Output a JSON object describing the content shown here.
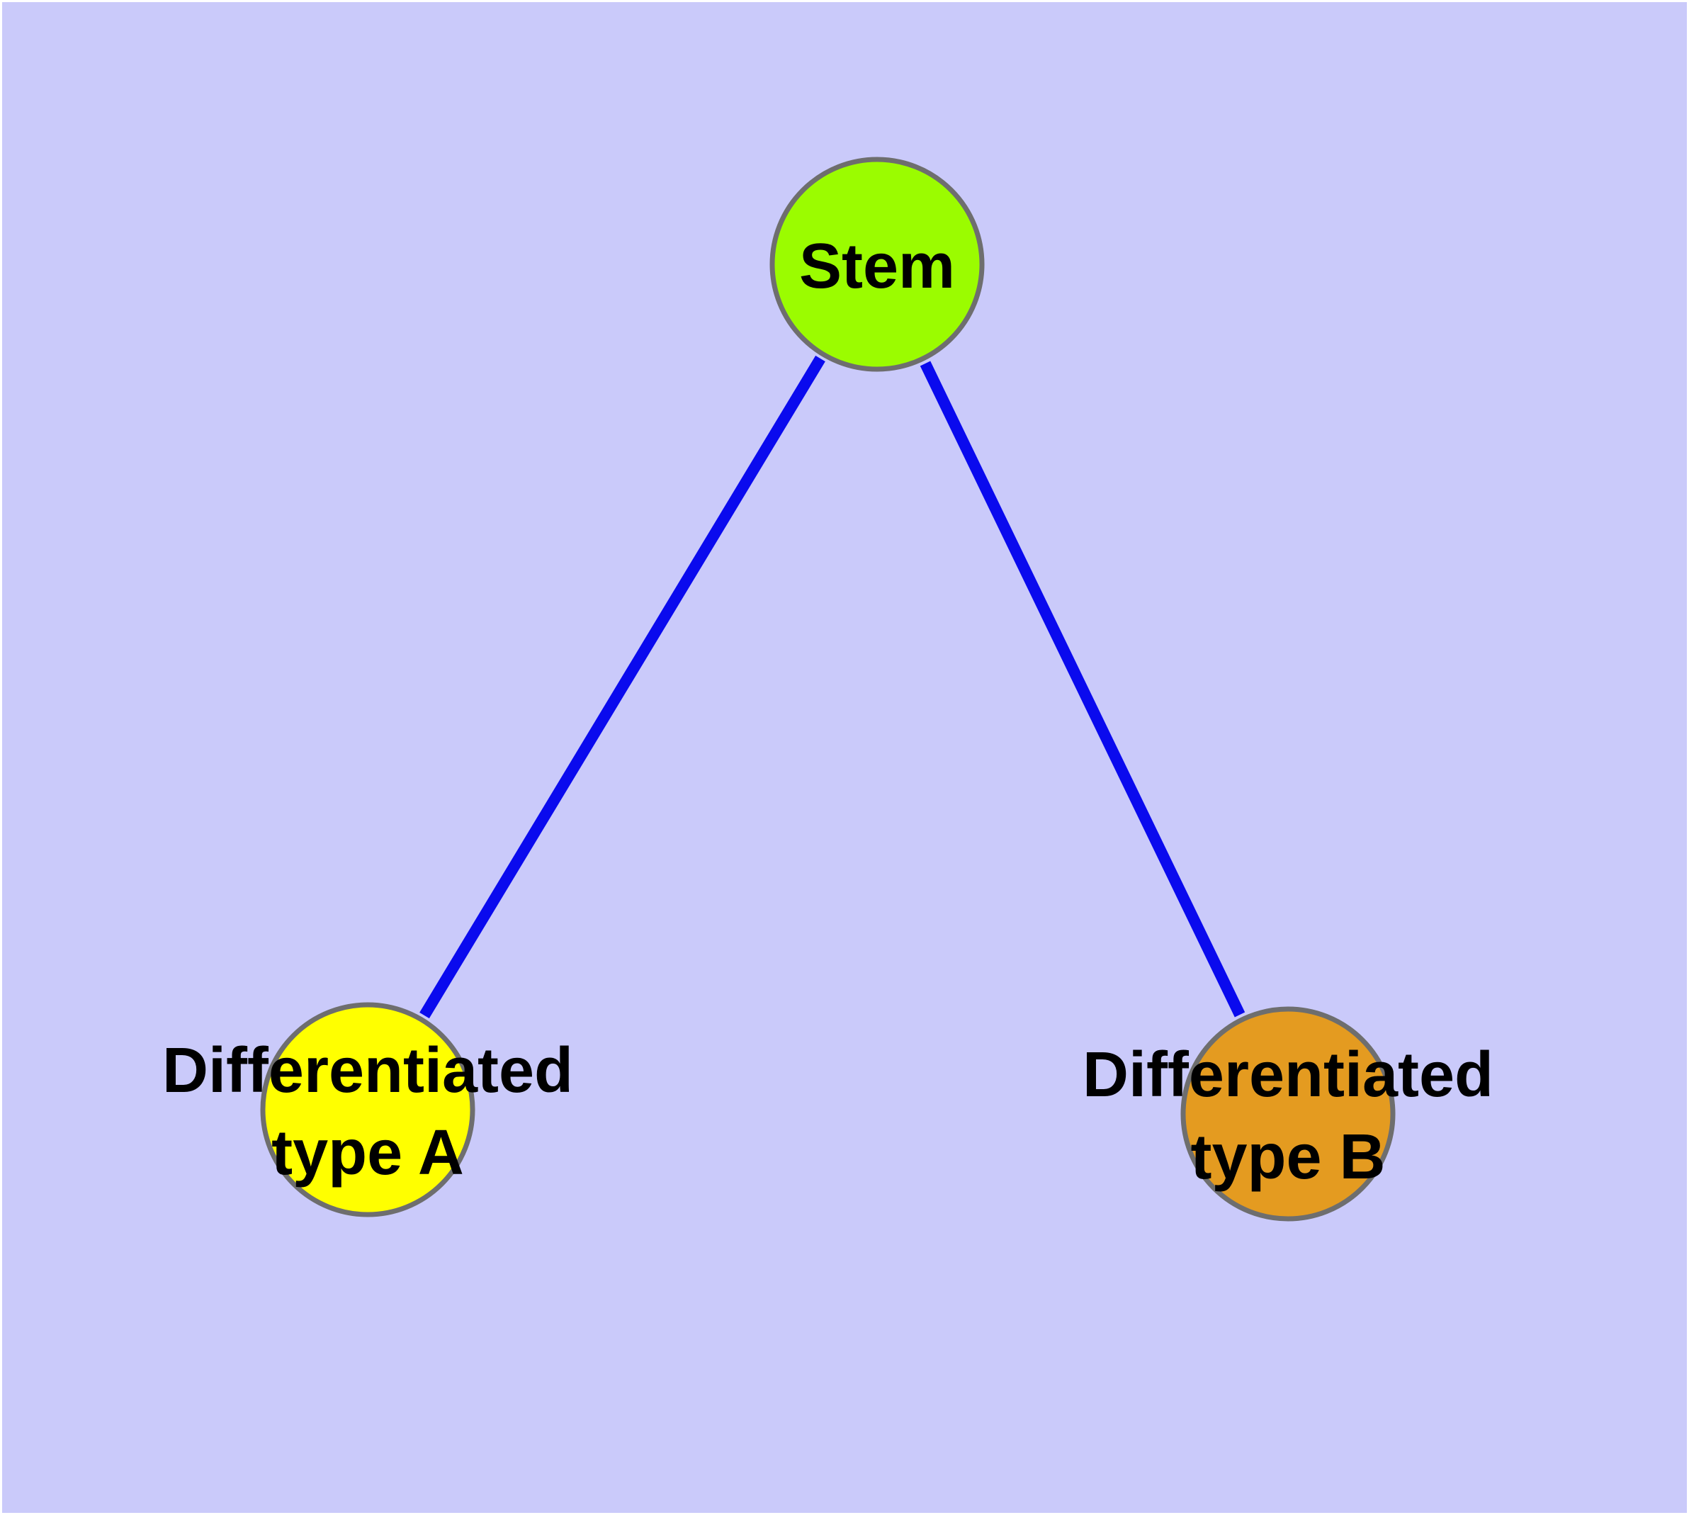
{
  "diagram": {
    "type": "graph",
    "background_color": "#CACAFA",
    "page_border_color": "#FFFFFF",
    "edge_color": "#0A0AEE",
    "node_border_color": "#6E6E6E",
    "label_color": "#000000",
    "nodes": [
      {
        "id": "stem",
        "label": "Stem",
        "fill": "#9BFC00"
      },
      {
        "id": "differentiated-type-a",
        "label_line1": "Differentiated",
        "label_line2": "type A",
        "fill": "#FFFF00"
      },
      {
        "id": "differentiated-type-b",
        "label_line1": "Differentiated",
        "label_line2": "type B",
        "fill": "#E49B20"
      }
    ],
    "edges": [
      {
        "from": "Stem",
        "to": "Differentiated type A"
      },
      {
        "from": "Stem",
        "to": "Differentiated type B"
      }
    ]
  }
}
